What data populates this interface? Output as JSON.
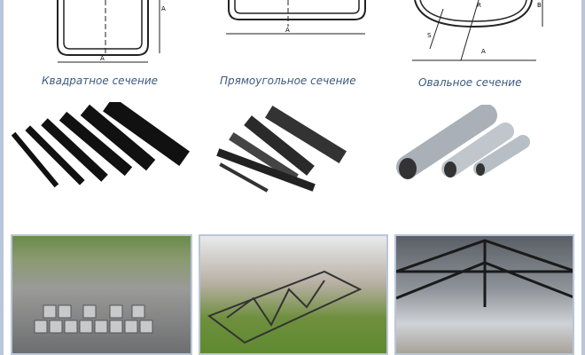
{
  "captions": {
    "square": "Квадратное сечение",
    "rectangular": "Прямоугольное сечение",
    "oval": "Овальное сечение"
  },
  "dimension_labels": {
    "a": "A",
    "b": "B",
    "r": "R",
    "s": "S"
  },
  "colors": {
    "border": "#b9c6da",
    "caption": "#3d5b7d"
  }
}
